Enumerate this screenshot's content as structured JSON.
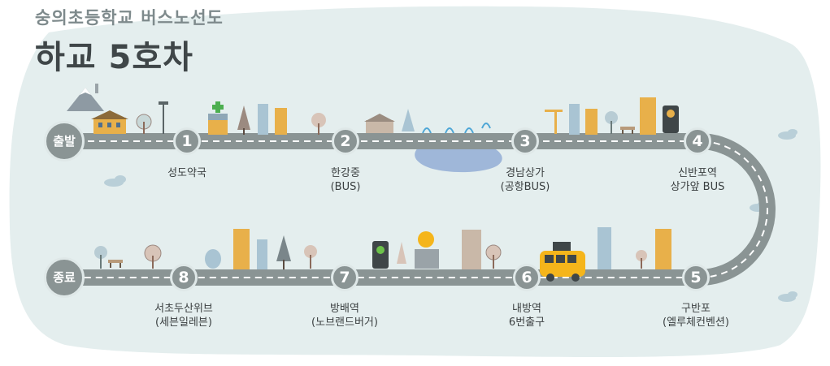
{
  "title": {
    "subtitle": "숭의초등학교 버스노선도",
    "main": "하교 5호차"
  },
  "endpoints": {
    "start": "출발",
    "end": "종료"
  },
  "stops": [
    {
      "number": "1",
      "lines": [
        "성도약국"
      ]
    },
    {
      "number": "2",
      "lines": [
        "한강중",
        "(BUS)"
      ]
    },
    {
      "number": "3",
      "lines": [
        "경남상가",
        "(공항BUS)"
      ]
    },
    {
      "number": "4",
      "lines": [
        "신반포역",
        "상가앞 BUS"
      ]
    },
    {
      "number": "5",
      "lines": [
        "구반포",
        "(엘루체컨벤션)"
      ]
    },
    {
      "number": "6",
      "lines": [
        "내방역",
        "6번출구"
      ]
    },
    {
      "number": "7",
      "lines": [
        "방배역",
        "(노브랜드버거)"
      ]
    },
    {
      "number": "8",
      "lines": [
        "서초두산위브",
        "(세븐일레븐)"
      ]
    }
  ],
  "colors": {
    "background": "#e4eeee",
    "road": "#8a9494",
    "road_dash": "#ffffff",
    "bus": "#f5b51b",
    "building_gold": "#e8b04a",
    "building_blue": "#a9c4d3"
  },
  "icons": [
    "mountain-icon",
    "tree-icon",
    "building-icon",
    "pharmacy-icon",
    "fountain-icon",
    "river-icon",
    "bus-icon",
    "bench-icon",
    "crane-icon"
  ]
}
